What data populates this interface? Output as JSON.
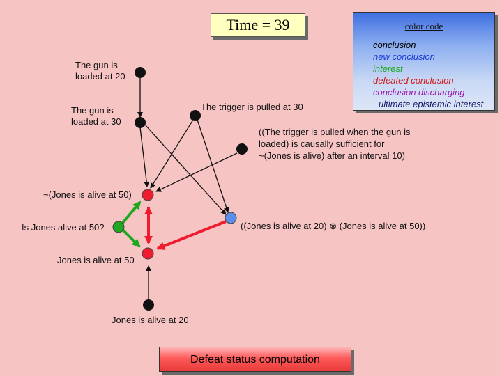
{
  "header": {
    "time_label": "Time = 39"
  },
  "legend": {
    "title": "color code",
    "items": [
      {
        "label": "conclusion",
        "color": "#000000"
      },
      {
        "label": "new conclusion",
        "color": "#1a3dd8"
      },
      {
        "label": "interest",
        "color": "#1ca81c"
      },
      {
        "label": "defeated conclusion",
        "color": "#d11a1a"
      },
      {
        "label": "conclusion discharging",
        "color": "#9a1aa8"
      },
      {
        "label": "ultimate epistemic interest",
        "color": "#1a1a6a"
      }
    ]
  },
  "nodes": {
    "gun20": {
      "label": "The gun is\nloaded at 20",
      "color": "#111111"
    },
    "gun30": {
      "label": "The gun is\nloaded at 30",
      "color": "#111111"
    },
    "trigger": {
      "label": "The trigger is pulled at 30",
      "color": "#111111"
    },
    "causal": {
      "label": "((The trigger is pulled when the gun is\nloaded) is causally sufficient for\n~(Jones is alive) after an interval 10)",
      "color": "#111111"
    },
    "notalive50": {
      "label": "~(Jones is alive at 50)",
      "color": "#ee1c2e"
    },
    "question": {
      "label": "Is Jones alive at 50?",
      "color": "#1fa81f"
    },
    "conj": {
      "label": "((Jones is alive at 20) ⊗ (Jones is alive at 50))",
      "color": "#5c8de8"
    },
    "alive50": {
      "label": "Jones is alive at 50",
      "color": "#ee1c2e"
    },
    "alive20": {
      "label": "Jones is alive at 20",
      "color": "#111111"
    }
  },
  "edge_colors": {
    "support": "#111111",
    "defeat": "#ee1c2e",
    "interest": "#1fa81f"
  },
  "footer": {
    "button_label": "Defeat status computation"
  }
}
